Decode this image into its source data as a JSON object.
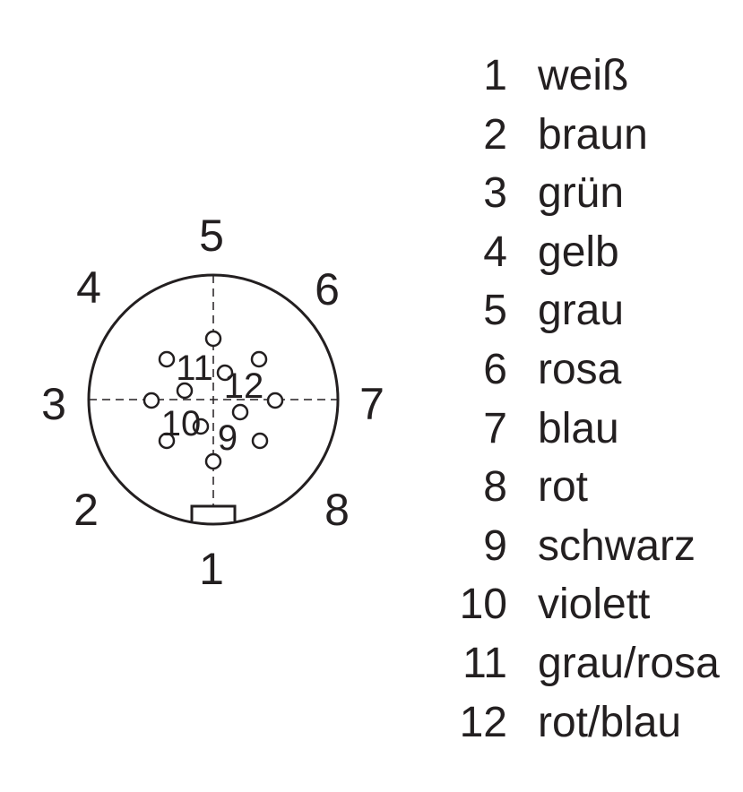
{
  "diagram": {
    "outer_labels": [
      "1",
      "2",
      "3",
      "4",
      "5",
      "6",
      "7",
      "8"
    ],
    "inner_labels": [
      "9",
      "10",
      "11",
      "12"
    ]
  },
  "legend": [
    {
      "pin": "1",
      "color": "weiß"
    },
    {
      "pin": "2",
      "color": "braun"
    },
    {
      "pin": "3",
      "color": "grün"
    },
    {
      "pin": "4",
      "color": "gelb"
    },
    {
      "pin": "5",
      "color": "grau"
    },
    {
      "pin": "6",
      "color": "rosa"
    },
    {
      "pin": "7",
      "color": "blau"
    },
    {
      "pin": "8",
      "color": "rot"
    },
    {
      "pin": "9",
      "color": "schwarz"
    },
    {
      "pin": "10",
      "color": "violett"
    },
    {
      "pin": "11",
      "color": "grau/rosa"
    },
    {
      "pin": "12",
      "color": "rot/blau"
    }
  ],
  "colors": {
    "ink": "#231f20",
    "background": "#ffffff"
  }
}
